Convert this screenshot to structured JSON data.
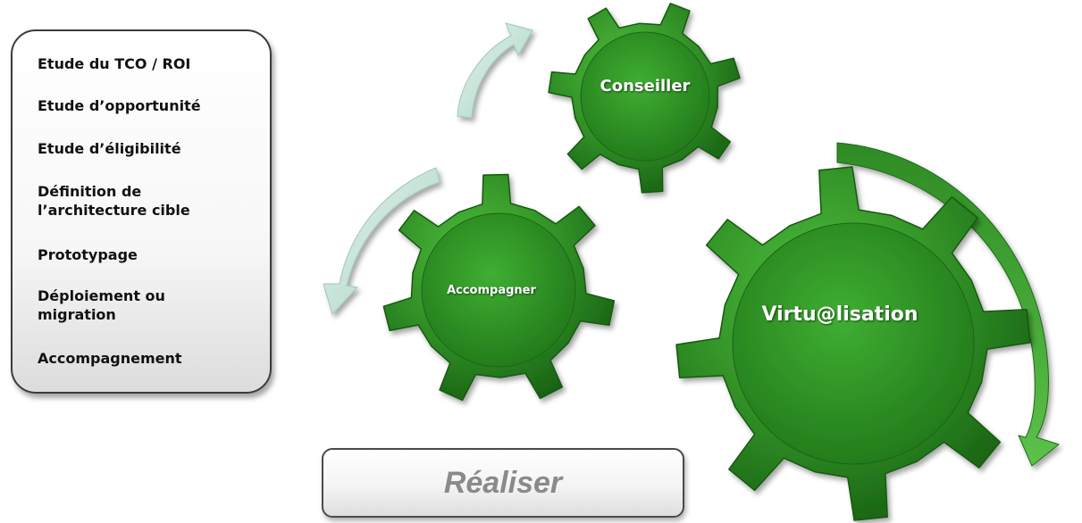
{
  "left_panel": {
    "items": [
      [
        "Etude du TCO / ROI"
      ],
      [
        "Etude d’opportunité"
      ],
      [
        "Etude d’éligibilité"
      ],
      [
        "Définition de",
        "l’architecture cible"
      ],
      [
        "Prototypage"
      ],
      [
        "Déploiement ou",
        "migration"
      ],
      [
        "Accompagnement"
      ]
    ]
  },
  "gears": {
    "conseiller": "Conseiller",
    "accompagner": "Accompagner",
    "virtualisation": "Virtu@lisation"
  },
  "footer_box": {
    "label": "Réaliser"
  },
  "colors": {
    "gear_green": "#2e8b24",
    "gear_dark": "#145a10",
    "arrow_pale": "#b9dccf",
    "arrow_green": "#2f9a2a"
  }
}
